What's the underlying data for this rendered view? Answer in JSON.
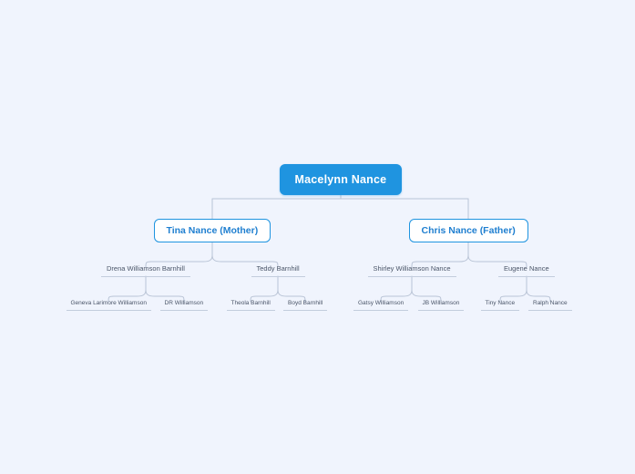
{
  "diagram": {
    "title": "Macelynn Nance Family Tree",
    "type": "family-tree",
    "orientation": "top-down",
    "background_color": "#f0f4fd",
    "colors": {
      "root_fill": "#1f94e0",
      "root_text": "#ffffff",
      "parent_border": "#1f94e0",
      "parent_text": "#1f7fd0",
      "label_text": "#4a5568",
      "connector": "#b9c4d6",
      "underline": "#c3cddd"
    },
    "root": {
      "label": "Macelynn Nance"
    },
    "parents": [
      {
        "label": "Tina Nance (Mother)"
      },
      {
        "label": "Chris Nance (Father)"
      }
    ],
    "grandparents": [
      {
        "label": "Drena Williamson Barnhill"
      },
      {
        "label": "Teddy Barnhill"
      },
      {
        "label": "Shirley Williamson Nance"
      },
      {
        "label": "Eugene Nance"
      }
    ],
    "great_grandparents": [
      {
        "label": "Geneva Larimore Williamson"
      },
      {
        "label": "DR Williamson"
      },
      {
        "label": "Theola Barnhill"
      },
      {
        "label": "Boyd Barnhill"
      },
      {
        "label": "Gatsy Williamson"
      },
      {
        "label": "JB Williamson"
      },
      {
        "label": "Tiny Nance"
      },
      {
        "label": "Ralph Nance"
      }
    ]
  }
}
